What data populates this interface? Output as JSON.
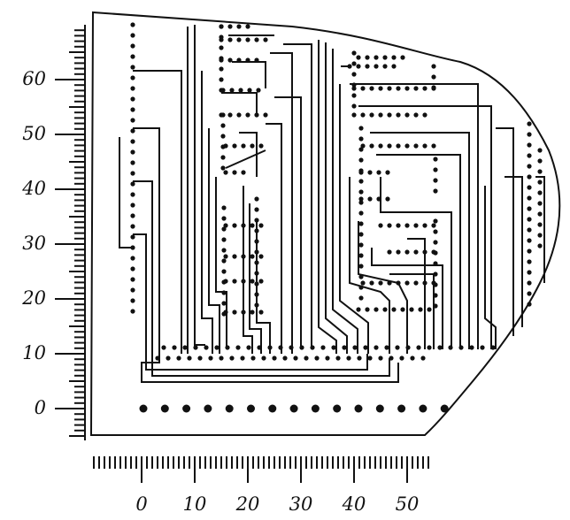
{
  "figure": {
    "y_axis": {
      "ticks": [
        "0",
        "10",
        "20",
        "30",
        "40",
        "50",
        "60"
      ]
    },
    "x_axis": {
      "ticks": [
        "0",
        "10",
        "20",
        "30",
        "40",
        "50"
      ]
    }
  }
}
